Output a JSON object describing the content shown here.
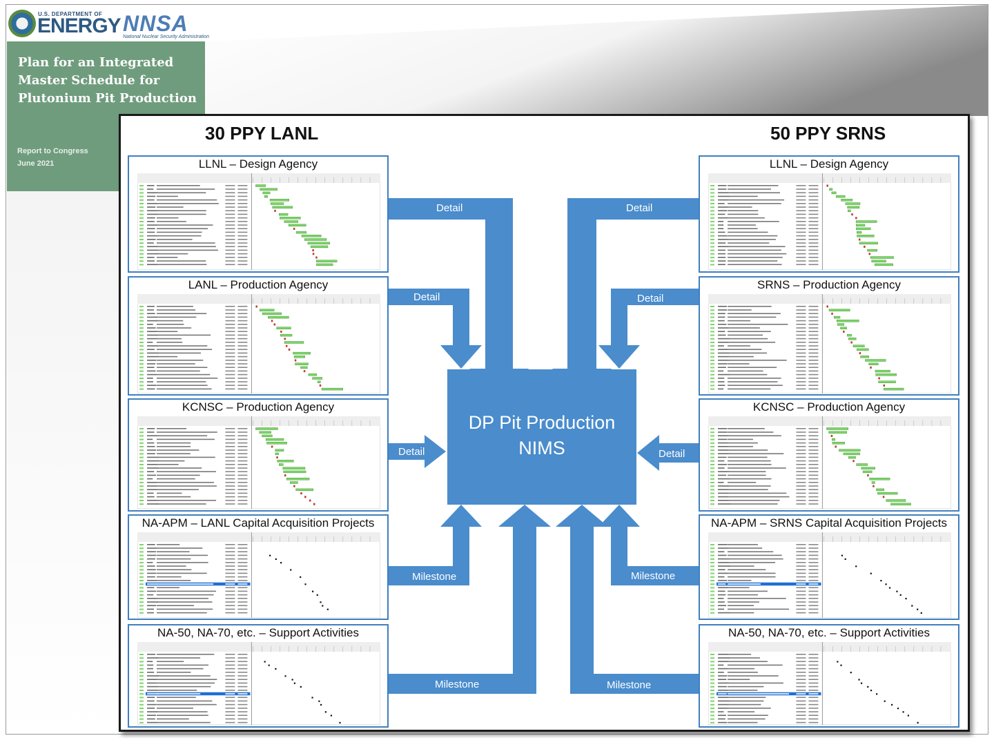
{
  "logo": {
    "dept": "U.S. DEPARTMENT OF",
    "energy": "ENERGY",
    "nnsa": "NNSA",
    "nnsa_full": "National Nuclear Security Administration"
  },
  "sidebar": {
    "title": "Plan for an Integrated Master Schedule for Plutonium Pit Production",
    "report": "Report to Congress",
    "date": "June 2021"
  },
  "columns": {
    "left": "30 PPY LANL",
    "right": "50 PPY SRNS"
  },
  "panels": {
    "left": [
      "LLNL – Design Agency",
      "LANL – Production Agency",
      "KCNSC – Production Agency",
      "NA-APM – LANL Capital Acquisition Projects",
      "NA-50, NA-70, etc. – Support Activities"
    ],
    "right": [
      "LLNL – Design Agency",
      "SRNS – Production Agency",
      "KCNSC – Production Agency",
      "NA-APM – SRNS Capital Acquisition Projects",
      "NA-50, NA-70, etc. – Support Activities"
    ]
  },
  "center": {
    "line1": "DP Pit Production",
    "line2": "NIMS"
  },
  "arrow_labels": {
    "left": [
      "Detail",
      "Detail",
      "Detail",
      "Milestone",
      "Milestone"
    ],
    "right": [
      "Detail",
      "Detail",
      "Detail",
      "Milestone",
      "Milestone"
    ]
  },
  "colors": {
    "sidebar": "#6f9c7d",
    "panel_border": "#3f7fbf",
    "arrow": "#4a8ccc",
    "center": "#4a8ccc",
    "gantt_bar": "#7ed46a",
    "milestone_row": "#1f6fd1"
  }
}
